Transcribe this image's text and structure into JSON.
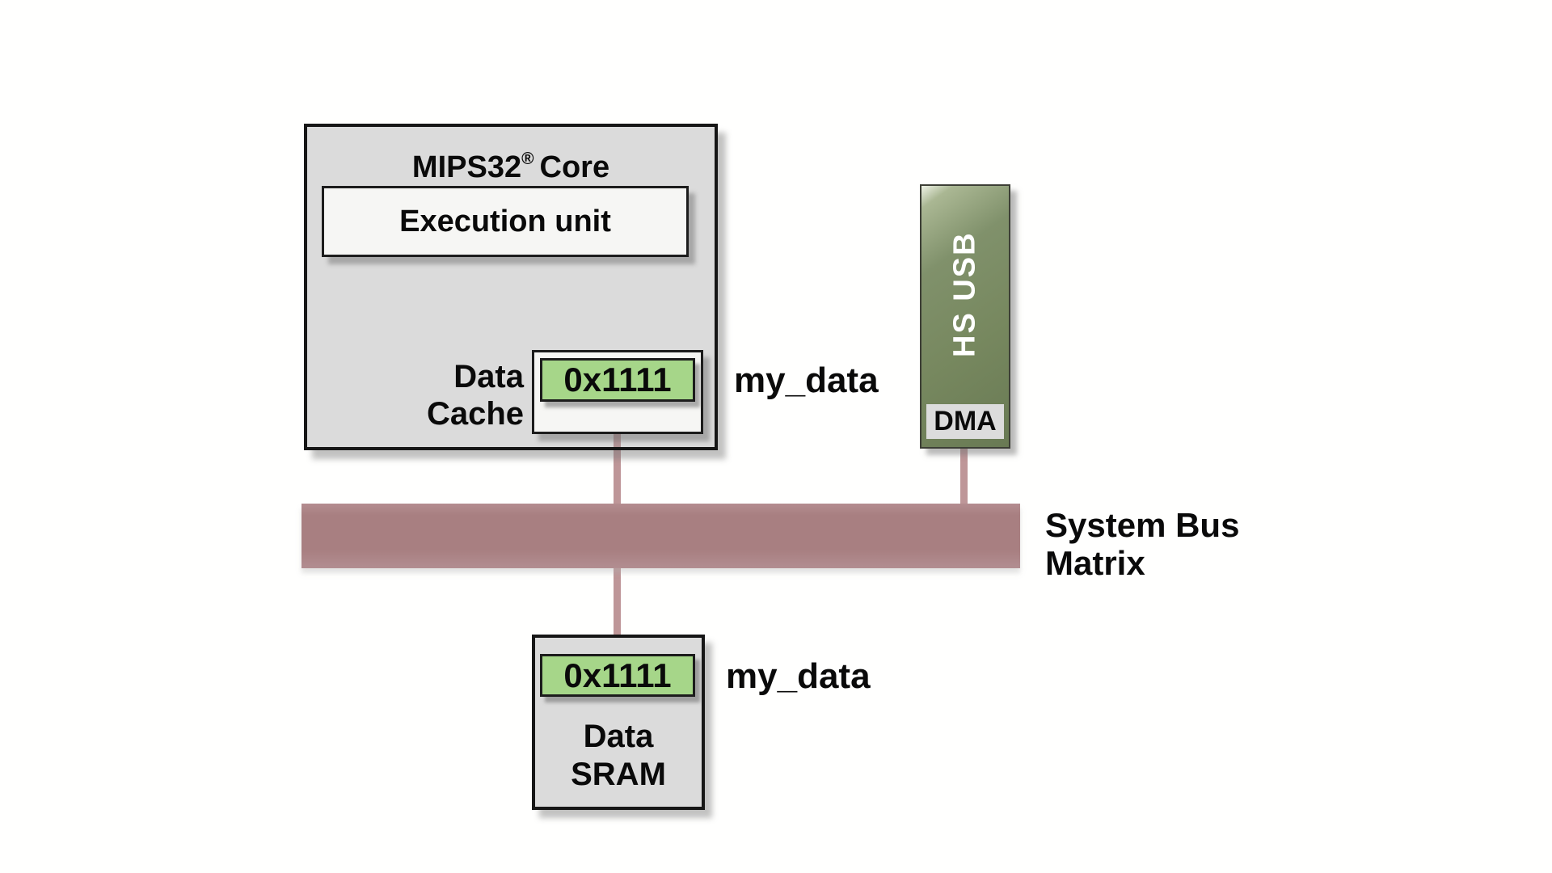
{
  "core": {
    "title_brand": "MIPS32",
    "title_reg": "®",
    "title_suffix": "Core",
    "execution_unit_label": "Execution unit",
    "cache_label_line1": "Data",
    "cache_label_line2": "Cache",
    "cache_value": "0x1111",
    "cache_annotation": "my_data"
  },
  "usb": {
    "label": "HS USB",
    "dma_label": "DMA"
  },
  "bus": {
    "label_line1": "System Bus",
    "label_line2": "Matrix"
  },
  "sram": {
    "value": "0x1111",
    "label_line1": "Data",
    "label_line2": "SRAM",
    "annotation": "my_data"
  },
  "colors": {
    "value_green": "#a6d689",
    "bus_mauve": "#a87f81",
    "connector_mauve": "#be9698",
    "usb_green": "#77885f",
    "box_gray": "#dbdbdb",
    "panel_white": "#f6f6f4",
    "text_black": "#0a0a0a",
    "usb_text_white": "#ffffff"
  }
}
